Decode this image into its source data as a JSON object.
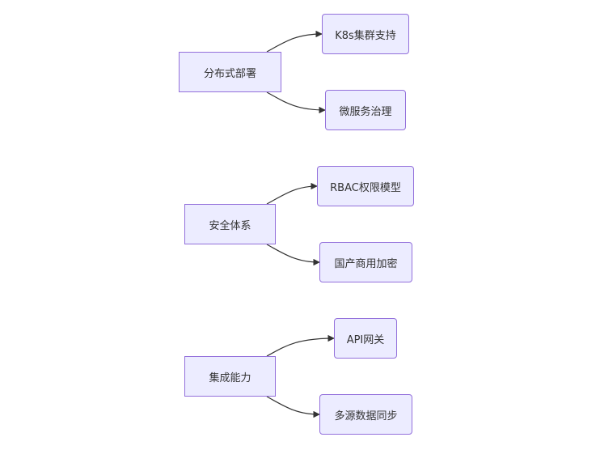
{
  "groups": [
    {
      "root": "分布式部署",
      "children": [
        "K8s集群支持",
        "微服务治理"
      ]
    },
    {
      "root": "安全体系",
      "children": [
        "RBAC权限模型",
        "国产商用加密"
      ]
    },
    {
      "root": "集成能力",
      "children": [
        "API网关",
        "多源数据同步"
      ]
    }
  ],
  "colors": {
    "node_fill": "#ececff",
    "node_border": "#9370db",
    "edge": "#333333",
    "text": "#333333"
  }
}
